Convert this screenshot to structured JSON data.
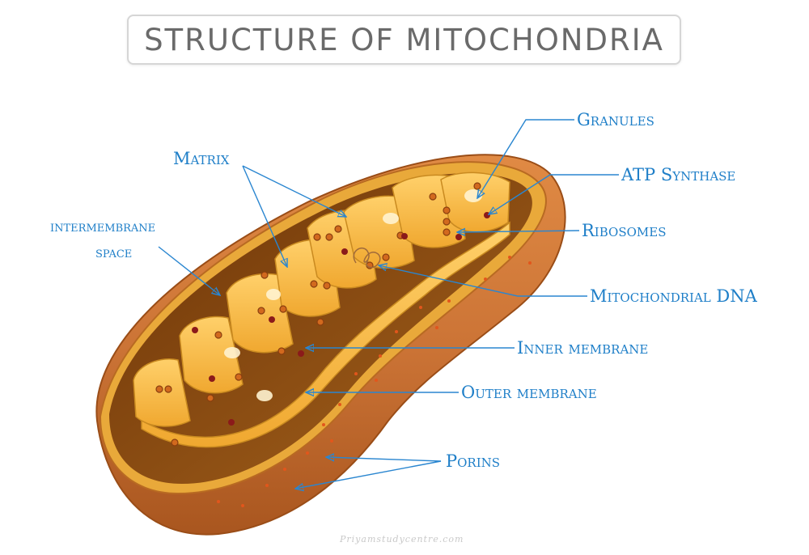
{
  "title": "STRUCTURE OF MITOCHONDRIA",
  "labels": {
    "granules": "Granules",
    "atp_synthase": "ATP Synthase",
    "ribosomes": "Ribosomes",
    "mitochondrial_dna": "Mitochondrial DNA",
    "inner_membrane": "Inner membrane",
    "outer_membrane": "Outer membrane",
    "porins": "Porins",
    "matrix": "Matrix",
    "intermembrane_1": "intermembrane",
    "intermembrane_2": "space"
  },
  "watermark": "Priyamstudycentre.com",
  "colors": {
    "label": "#1f7fc8",
    "leader_line": "#2a86d0",
    "outer_shell": "#c8743a",
    "outer_rim": "#e9a93a",
    "inner_cavity": "#8a4a12",
    "cristae": "#f6b940",
    "granule": "#d2691e",
    "ribosome": "#8b1a1a"
  }
}
